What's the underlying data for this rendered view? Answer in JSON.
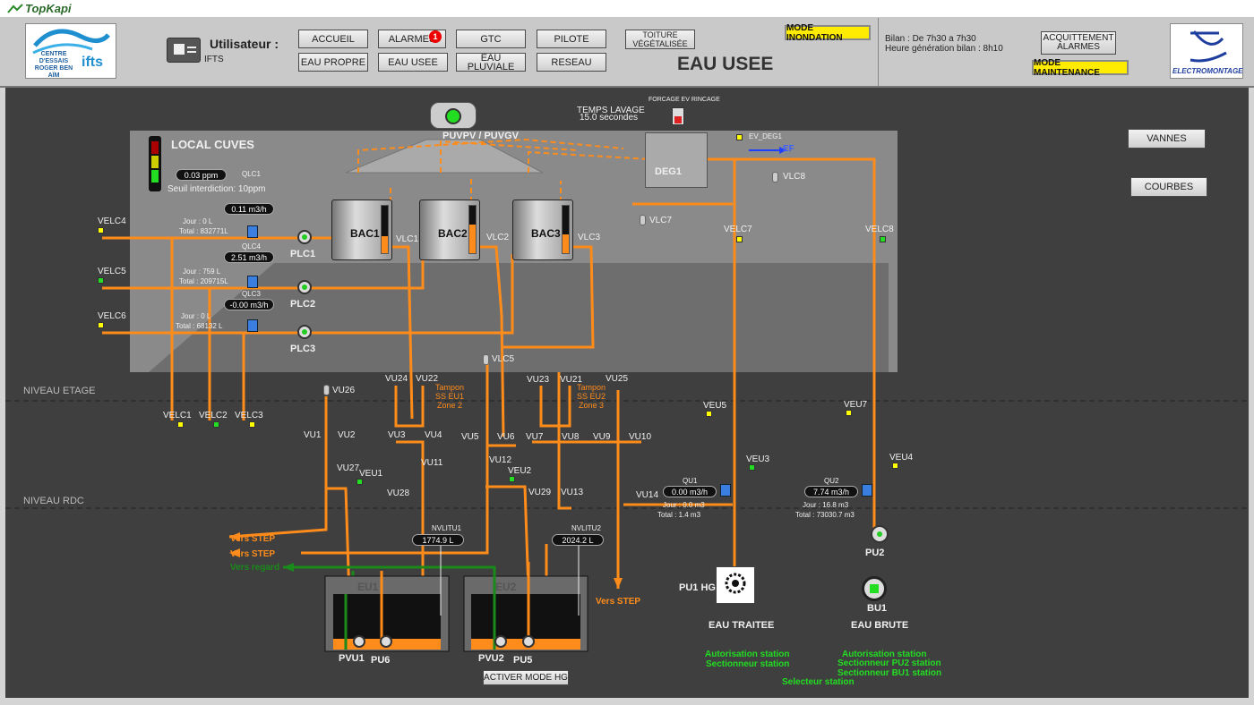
{
  "app": {
    "name": "TopKapi"
  },
  "header": {
    "logo_text": "CENTRE D'ESSAIS ROGER BEN AÏM",
    "logo_brand": "ifts",
    "user_label": "Utilisateur :",
    "user_name": "IFTS",
    "nav": [
      "ACCUEIL",
      "ALARMES",
      "GTC",
      "PILOTE",
      "EAU PROPRE",
      "EAU USEE",
      "EAU PLUVIALE",
      "RESEAU"
    ],
    "toiture": "TOITURE VÉGÉTALISÉE",
    "alarm_count": "1",
    "mode_inondation": "MODE INONDATION",
    "page_title": "EAU USEE",
    "bilan": "Bilan : De 7h30 a 7h30",
    "bilan_time": "Heure génération bilan : 8h10",
    "ack_button": "ACQUITTEMENT ALARMES",
    "mode_maintenance": "MODE MAINTENANCE",
    "electro": "ELECTROMONTAGE"
  },
  "side": {
    "vannes": "VANNES",
    "courbes": "COURBES"
  },
  "local": {
    "title": "LOCAL CUVES",
    "ppm": "0.03 ppm",
    "seuil": "Seuil interdiction: 10ppm"
  },
  "top": {
    "puvpv": "PUVPV / PUVGV",
    "temps": "TEMPS LAVAGE",
    "temps_val": "15.0 secondes",
    "forcage": "FORCAGE EV RINCAGE",
    "deg": "DEG1",
    "ev_deg": "EV_DEG1",
    "ef": "EF"
  },
  "levels": {
    "etage": "NIVEAU ETAGE",
    "rdc": "NIVEAU RDC"
  },
  "tanks": [
    {
      "name": "BAC1",
      "level": 0.35
    },
    {
      "name": "BAC2",
      "level": 0.6
    },
    {
      "name": "BAC3",
      "level": 0.4
    }
  ],
  "qlc": [
    {
      "name": "QLC1",
      "flow": "0.11 m3/h",
      "jour": "Jour : 0      L",
      "total": "Total :   832771L"
    },
    {
      "name": "QLC4",
      "flow": "2.51 m3/h",
      "jour": "Jour : 759     L",
      "total": "Total :   209715L"
    },
    {
      "name": "QLC3",
      "flow": "-0.00 m3/h",
      "jour": "Jour : 0      L",
      "total": "Total :   68132  L"
    }
  ],
  "plc": [
    "PLC1",
    "PLC2",
    "PLC3"
  ],
  "velc": [
    "VELC4",
    "VELC5",
    "VELC6",
    "VELC1",
    "VELC2",
    "VELC3",
    "VELC7",
    "VELC8"
  ],
  "vlc": [
    "VLC1",
    "VLC2",
    "VLC3",
    "VLC5",
    "VLC7",
    "VLC8"
  ],
  "vu": [
    "VU26",
    "VU24",
    "VU22",
    "VU23",
    "VU21",
    "VU25",
    "VU1",
    "VU2",
    "VU3",
    "VU4",
    "VU5",
    "VU6",
    "VU7",
    "VU8",
    "VU9",
    "VU10",
    "VU27",
    "VU11",
    "VU12",
    "VU28",
    "VU29",
    "VU13",
    "VU14"
  ],
  "veu": [
    "VEU1",
    "VEU2",
    "VEU3",
    "VEU4",
    "VEU5",
    "VEU7"
  ],
  "tampon1": [
    "Tampon",
    "SS EU1",
    "Zone 2"
  ],
  "tampon2": [
    "Tampon",
    "SS EU2",
    "Zone 3"
  ],
  "qu1": {
    "name": "QU1",
    "flow": "0.00 m3/h",
    "jour": "Jour : 0.0       m3",
    "total": "Total :    1.4      m3"
  },
  "qu2": {
    "name": "QU2",
    "flow": "7.74 m3/h",
    "jour": "Jour : 16.8       m3",
    "total": "Total :   73030.7 m3"
  },
  "nvlitu1": {
    "name": "NVLITU1",
    "value": "1774.9 L"
  },
  "nvlitu2": {
    "name": "NVLITU2",
    "value": "2024.2 L"
  },
  "eu": [
    {
      "name": "EU1",
      "level": 0.15
    },
    {
      "name": "EU2",
      "level": 0.15
    }
  ],
  "pumps_bottom": [
    "PVU1",
    "PU6",
    "PVU2",
    "PU5"
  ],
  "vers": [
    "Vers STEP",
    "Vers STEP",
    "Vers regard",
    "Vers STEP"
  ],
  "activer": "ACTIVER MODE HG",
  "pu1hg": "PU1 HG",
  "eau_traitee": "EAU TRAITEE",
  "eau_brute": "EAU BRUTE",
  "pu2": "PU2",
  "bu1": "BU1",
  "status1": [
    "Autorisation station",
    "Sectionneur station"
  ],
  "selecteur": "Selecteur station",
  "status2": [
    "Autorisation station",
    "Sectionneur PU2 station",
    "Sectionneur BU1 station"
  ],
  "colors": {
    "pipe": "#ff8c1a",
    "regard": "#1a8a1a",
    "ev": "#1f3fff"
  }
}
